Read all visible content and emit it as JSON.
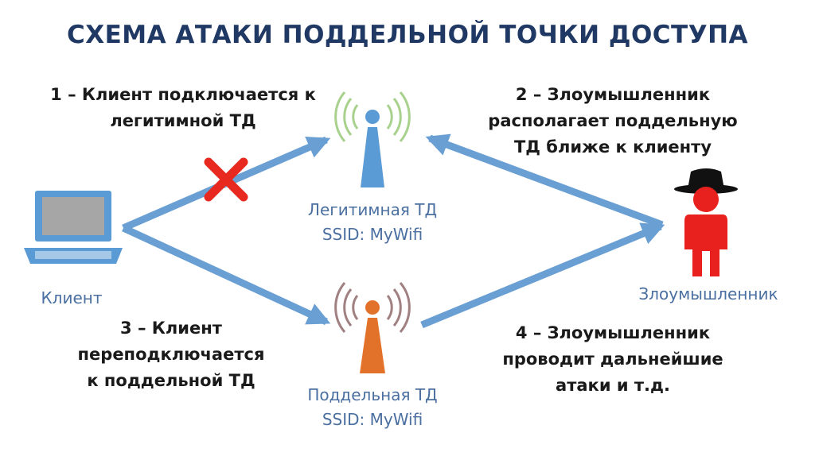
{
  "title": "СХЕМА АТАКИ ПОДДЕЛЬНОЙ ТОЧКИ ДОСТУПА",
  "steps": [
    {
      "lines": [
        "1 – Клиент подключается к",
        "легитимной ТД"
      ]
    },
    {
      "lines": [
        "2 – Злоумышленник",
        "располагает поддельную",
        "ТД ближе к клиенту"
      ]
    },
    {
      "lines": [
        "3 – Клиент",
        "переподключается",
        "к поддельной ТД"
      ]
    },
    {
      "lines": [
        "4 – Злоумышленник",
        "проводит дальнейшие",
        "атаки и т.д."
      ]
    }
  ],
  "nodes": {
    "client": {
      "label": "Клиент",
      "icon": "laptop-icon"
    },
    "legit_ap": {
      "label": "Легитимная ТД",
      "ssid": "SSID: MyWifi",
      "icon": "antenna-icon"
    },
    "fake_ap": {
      "label": "Поддельная ТД",
      "ssid": "SSID: MyWifi",
      "icon": "antenna-icon"
    },
    "attacker": {
      "label": "Злоумышленник",
      "icon": "hacker-icon"
    }
  },
  "colors": {
    "title": "#1f3864",
    "arrow": "#6a9fd4",
    "label": "#4a6fa0",
    "legit_ap": "#5b9bd5",
    "legit_waves": "#a9d18e",
    "fake_ap": "#e2722a",
    "fake_waves": "#a08080",
    "cross": "#e8291f",
    "attacker": "#e8201e",
    "hat": "#111111",
    "laptop_screen": "#a6a6a6",
    "laptop_frame": "#5b9bd5"
  }
}
